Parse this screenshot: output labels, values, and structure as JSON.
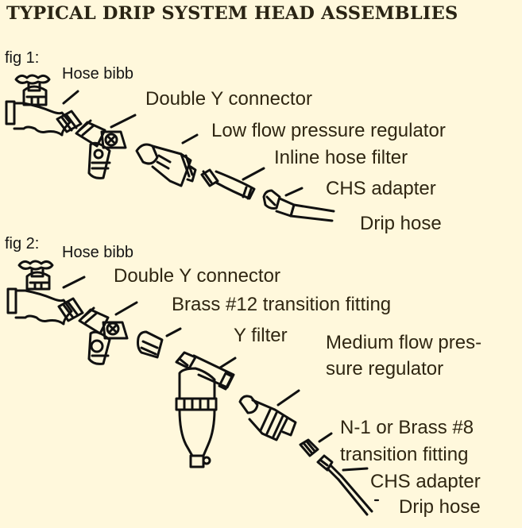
{
  "title": "TYPICAL DRIP SYSTEM HEAD ASSEMBLIES",
  "colors": {
    "background": "#FFF8DC",
    "text": "#2b2410",
    "line": "#111111"
  },
  "figures": [
    {
      "label": "fig 1:",
      "parts": [
        "Hose bibb",
        "Double Y connector",
        "Low flow pressure regulator",
        "Inline hose filter",
        "CHS adapter",
        "Drip hose"
      ]
    },
    {
      "label": "fig 2:",
      "parts": [
        "Hose bibb",
        "Double Y connector",
        "Brass #12 transition fitting",
        "Y filter",
        "Medium flow pres-",
        "sure regulator",
        "N-1 or Brass #8",
        "transition fitting",
        "CHS adapter",
        "Drip hose"
      ]
    }
  ]
}
